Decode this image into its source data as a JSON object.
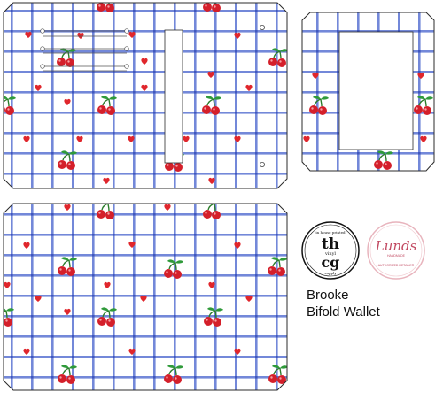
{
  "product": {
    "name_line1": "Brooke",
    "name_line2": "Bifold Wallet"
  },
  "logos": {
    "thevinylsupply": {
      "ring_top": "in house printed",
      "mark_top": "th",
      "mark_mid": "vinyl",
      "mark_bot": "cg",
      "ring_bottom": "supply"
    },
    "lunds": {
      "script": "Lunds",
      "tagline": "HANDMADE",
      "ring_bottom": "AUTHORIZED RETAILER"
    }
  },
  "pattern": {
    "motifs": [
      "cherry-icon",
      "heart-icon",
      "gingham-grid"
    ],
    "grid_color": "#6f86d6",
    "grid_color_light": "#a9b8ea",
    "cherry_color": "#d8202a",
    "stem_color": "#2c8a2c",
    "heart_color": "#e0262c",
    "outline_color": "#2b2b2b"
  }
}
